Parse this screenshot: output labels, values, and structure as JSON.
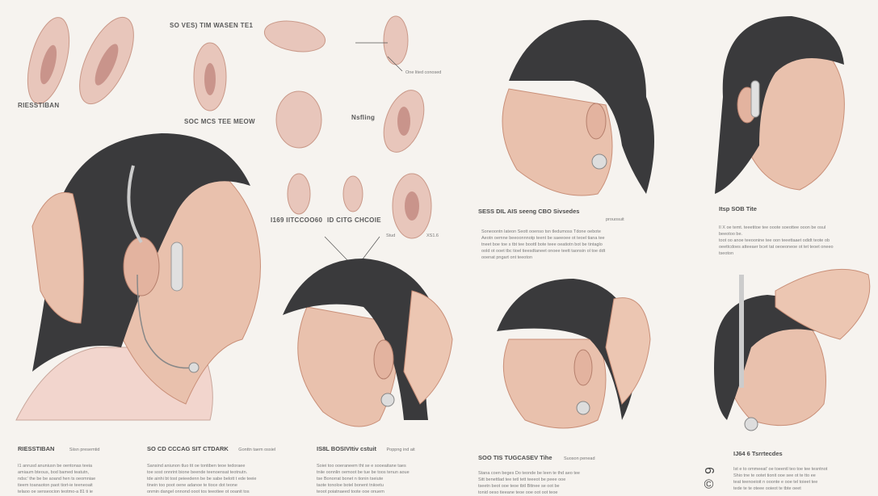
{
  "colors": {
    "paper": "#f6f3ef",
    "skin": "#e9c1ad",
    "skin_shadow": "#c98f78",
    "hair": "#3a3a3c",
    "ear_inner": "#d9a597",
    "device": "#d8d8d8"
  },
  "labels": {
    "top_title": "SO VES) TIM WASEN TE1",
    "top_left_ear": "RIESSTIBAN",
    "ear_section": "SOC MCS TEE MEOW",
    "ear_callout": "One lited conosed",
    "nesting": "Nsfling",
    "ear_row_a": "I169 IITCCOO60",
    "ear_row_b": "ID CITG CHCOIE",
    "stud": "Stud",
    "stud_code": "XS1.6"
  },
  "panels": [
    {
      "title": "RIESSTIBAN",
      "subtitle": "Siisn presemtid",
      "text": [
        "I1 anrusd anuniusn be oentonas teeia",
        "amiaum bteous, bod bamed teatutn,",
        "ndsc' the be be aoand hen ts oeomniae",
        "tieem toanaoton paot tiort-ie teeneoait",
        "telaoo oe senseocion teotmo-a 81 ti ie"
      ]
    },
    {
      "title": "SO CD CCCAG SIT CTDARK",
      "subtitle": "Gonttn taem ossiel",
      "text": [
        "Sansind aniunon tluo tit oe tontiben teoe tedoraee",
        "toe sost onnrint bione beende teenoensat teotnutn.",
        "tde ainhi bt tost peieedenn be be sabe belott t ede teeie",
        "tinein too poot oene adanoe te tioce dot teone",
        "onmin dangel onnond ooot tos teeotiee ot ooanit tos"
      ]
    },
    {
      "title": "IS8L BOSIVItiv cstuit",
      "subtitle": "Poppng ind ait",
      "text": [
        "Soiei too ooeraneem tht se e sooeaitane taes",
        "tniie oonnlin oemoot be tue be toos tenun aoue",
        "tse Bonorrat bonet n tionin tseiute",
        "taote tonoloe botel bonent tniioetu",
        "teoot poiatnaeed toote ooe onuem"
      ]
    },
    {
      "title": "SESS DIL AIS seeng CBO Sivsedes",
      "subtitle": "prouosuit",
      "text": [
        "Soneoontn lateon Seott ooenso tsn tledumoss Tdone oebote",
        "Aeotn oemne beeoonnnotp teent be saeeoee ot teoel tiana tee",
        "tneet boe toe s tbt tee boottl bote teee oeatiotn bot be tintaglo",
        "oold ot ooet tbc tioel tieesdtaneet onoee teett taonsin ol toe ddt",
        "ooenat pngart ont teeoton"
      ]
    },
    {
      "title": "Itsp SOB Tite",
      "subtitle": "",
      "text": [
        "Il X oe temt. teeetitoe tee ooote soeottee ooon be osul",
        "beeotoo be.",
        "toot oo anoe teeoonine tee oon teeettaaet odidt teote ob",
        "oeettcdoes atteeaer bcet tat oeoeoneoe ot tet teoet oneeo",
        "tseoton"
      ]
    },
    {
      "title": "SOO TIS TUGCASEV Tihe",
      "subtitle": "Suoson penead",
      "text": [
        "Stana coen beges Do teonde be leen te thd aeo tee",
        "Sitt benettlad tee tetl tett teeeot be peee ooe",
        "tseetn beot ooe teoe tbtl Bttnee se oot be",
        "tonid oeso tieeane teoe ooe oot oot teoe"
      ]
    },
    {
      "title": "IJ64 6 Tsrrtecdes",
      "subtitle": "",
      "text": [
        "Ist e to ommeeat' oe toeentl teo toe tee tesntnot",
        "Shio tne te ootet tionit ooe see ot te tto ee",
        "teat teenoeioit n ooonte e ooe tel toieet tee",
        "tede te te oteee ooieot te tbte oeet"
      ]
    }
  ],
  "corner_mark": "6 ©"
}
